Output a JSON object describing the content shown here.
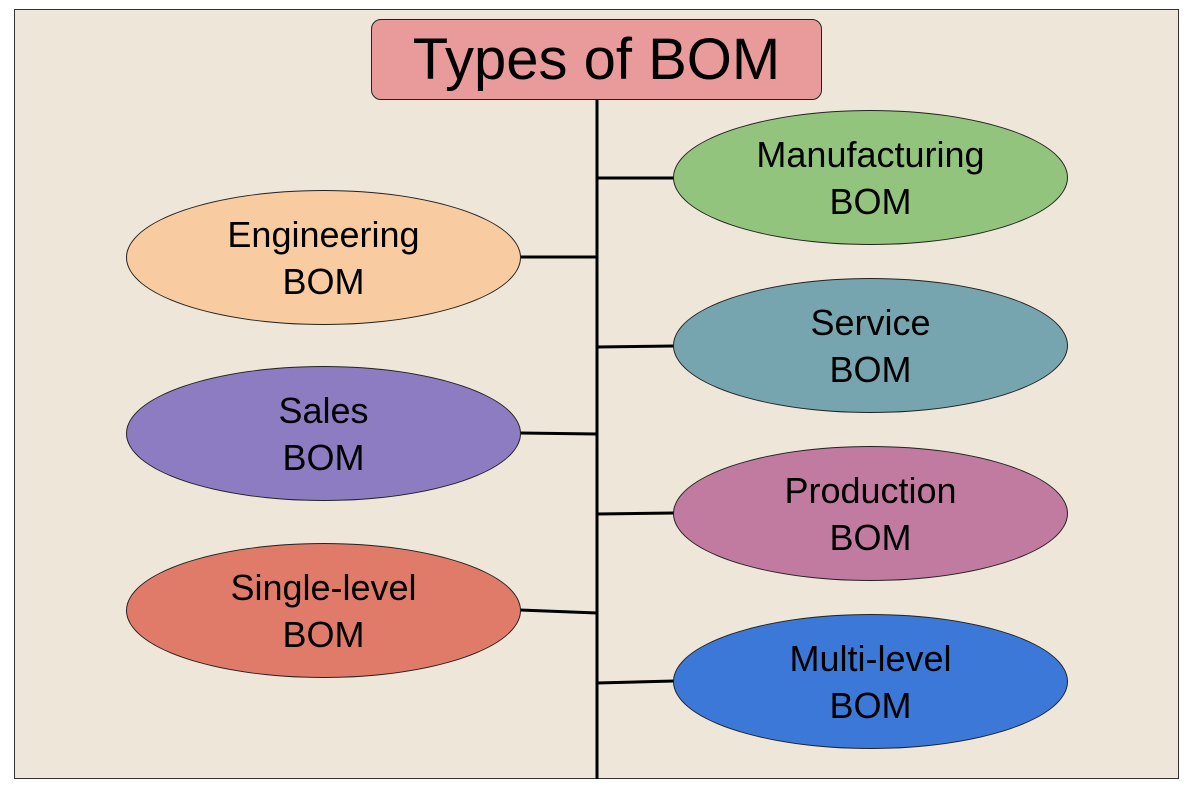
{
  "title": "Types of BOM",
  "left_nodes": [
    {
      "line1": "Engineering",
      "line2": "BOM",
      "color": "#f8cba0"
    },
    {
      "line1": "Sales",
      "line2": "BOM",
      "color": "#8e7cc3"
    },
    {
      "line1": "Single-level",
      "line2": "BOM",
      "color": "#e07b6a"
    }
  ],
  "right_nodes": [
    {
      "line1": "Manufacturing",
      "line2": "BOM",
      "color": "#93c47d"
    },
    {
      "line1": "Service",
      "line2": "BOM",
      "color": "#76a5af"
    },
    {
      "line1": "Production",
      "line2": "BOM",
      "color": "#c27ba0"
    },
    {
      "line1": "Multi-level",
      "line2": "BOM",
      "color": "#3c78d8"
    }
  ]
}
